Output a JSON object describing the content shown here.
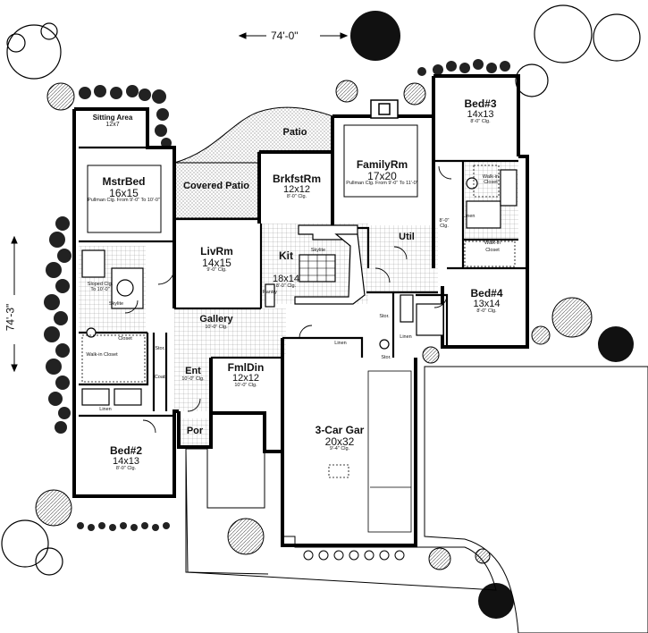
{
  "dimensions": {
    "width": "74'-0\"",
    "depth": "74'-3\""
  },
  "rooms": {
    "sitting": {
      "name": "Sitting Area",
      "size": "12x7"
    },
    "master": {
      "name": "MstrBed",
      "size": "16x15",
      "ceiling": "Pullman Clg. From 9'-0\" To 10'-0\""
    },
    "covered_patio": {
      "name": "Covered Patio"
    },
    "patio": {
      "name": "Patio"
    },
    "brkfst": {
      "name": "BrkfstRm",
      "size": "12x12",
      "ceiling": "8'-0\" Clg."
    },
    "family": {
      "name": "FamilyRm",
      "size": "17x20",
      "ceiling": "Pullman Clg. From 9'-0\" To 11'-0\""
    },
    "bed3": {
      "name": "Bed#3",
      "size": "14x13",
      "ceiling": "8'-0\" Clg."
    },
    "liv": {
      "name": "LivRm",
      "size": "14x15",
      "ceiling": "9'-0\" Clg."
    },
    "kit": {
      "name": "Kit",
      "size": "18x14",
      "ceiling": "8'-0\" Clg."
    },
    "util": {
      "name": "Util"
    },
    "bed4": {
      "name": "Bed#4",
      "size": "13x14",
      "ceiling": "8'-0\" Clg."
    },
    "gallery": {
      "name": "Gallery",
      "ceiling": "10'-0\" Clg."
    },
    "ent": {
      "name": "Ent",
      "ceiling": "10'-0\" Clg."
    },
    "fmldin": {
      "name": "FmlDin",
      "size": "12x12",
      "ceiling": "10'-0\" Clg."
    },
    "garage": {
      "name": "3-Car Gar",
      "size": "20x32",
      "ceiling": "9'-4\" Clg."
    },
    "por": {
      "name": "Por"
    },
    "bed2": {
      "name": "Bed#2",
      "size": "14x13",
      "ceiling": "8'-0\" Clg."
    }
  },
  "small_labels": {
    "walkin_closet": "Walk-in Closet",
    "walkin": "Walk-in",
    "closet": "Closet",
    "linen": "Linen",
    "stor": "Stor.",
    "coats": "Coats",
    "pantry": "Pantry",
    "skylite": "Skylite",
    "sloped": "Sloped Clg. To 10'-0\"",
    "ceiling_8": "8'-0\" Clg."
  }
}
